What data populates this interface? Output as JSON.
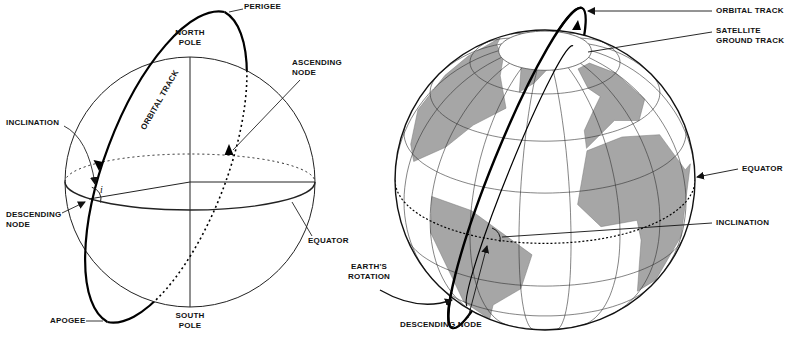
{
  "diagram": {
    "labels": [
      "NORTH POLE",
      "PERIGEE",
      "ASCENDING NODE",
      "INCLINATION",
      "ORBITAL TRACK",
      "i",
      "DESCENDING NODE",
      "EQUATOR",
      "APOGEE",
      "SOUTH POLE",
      "ORBITAL TRACK",
      "SATELLITE GROUND TRACK",
      "EQUATOR",
      "EARTH'S ROTATION",
      "INCLINATION",
      "DESCENDING NODE"
    ]
  }
}
